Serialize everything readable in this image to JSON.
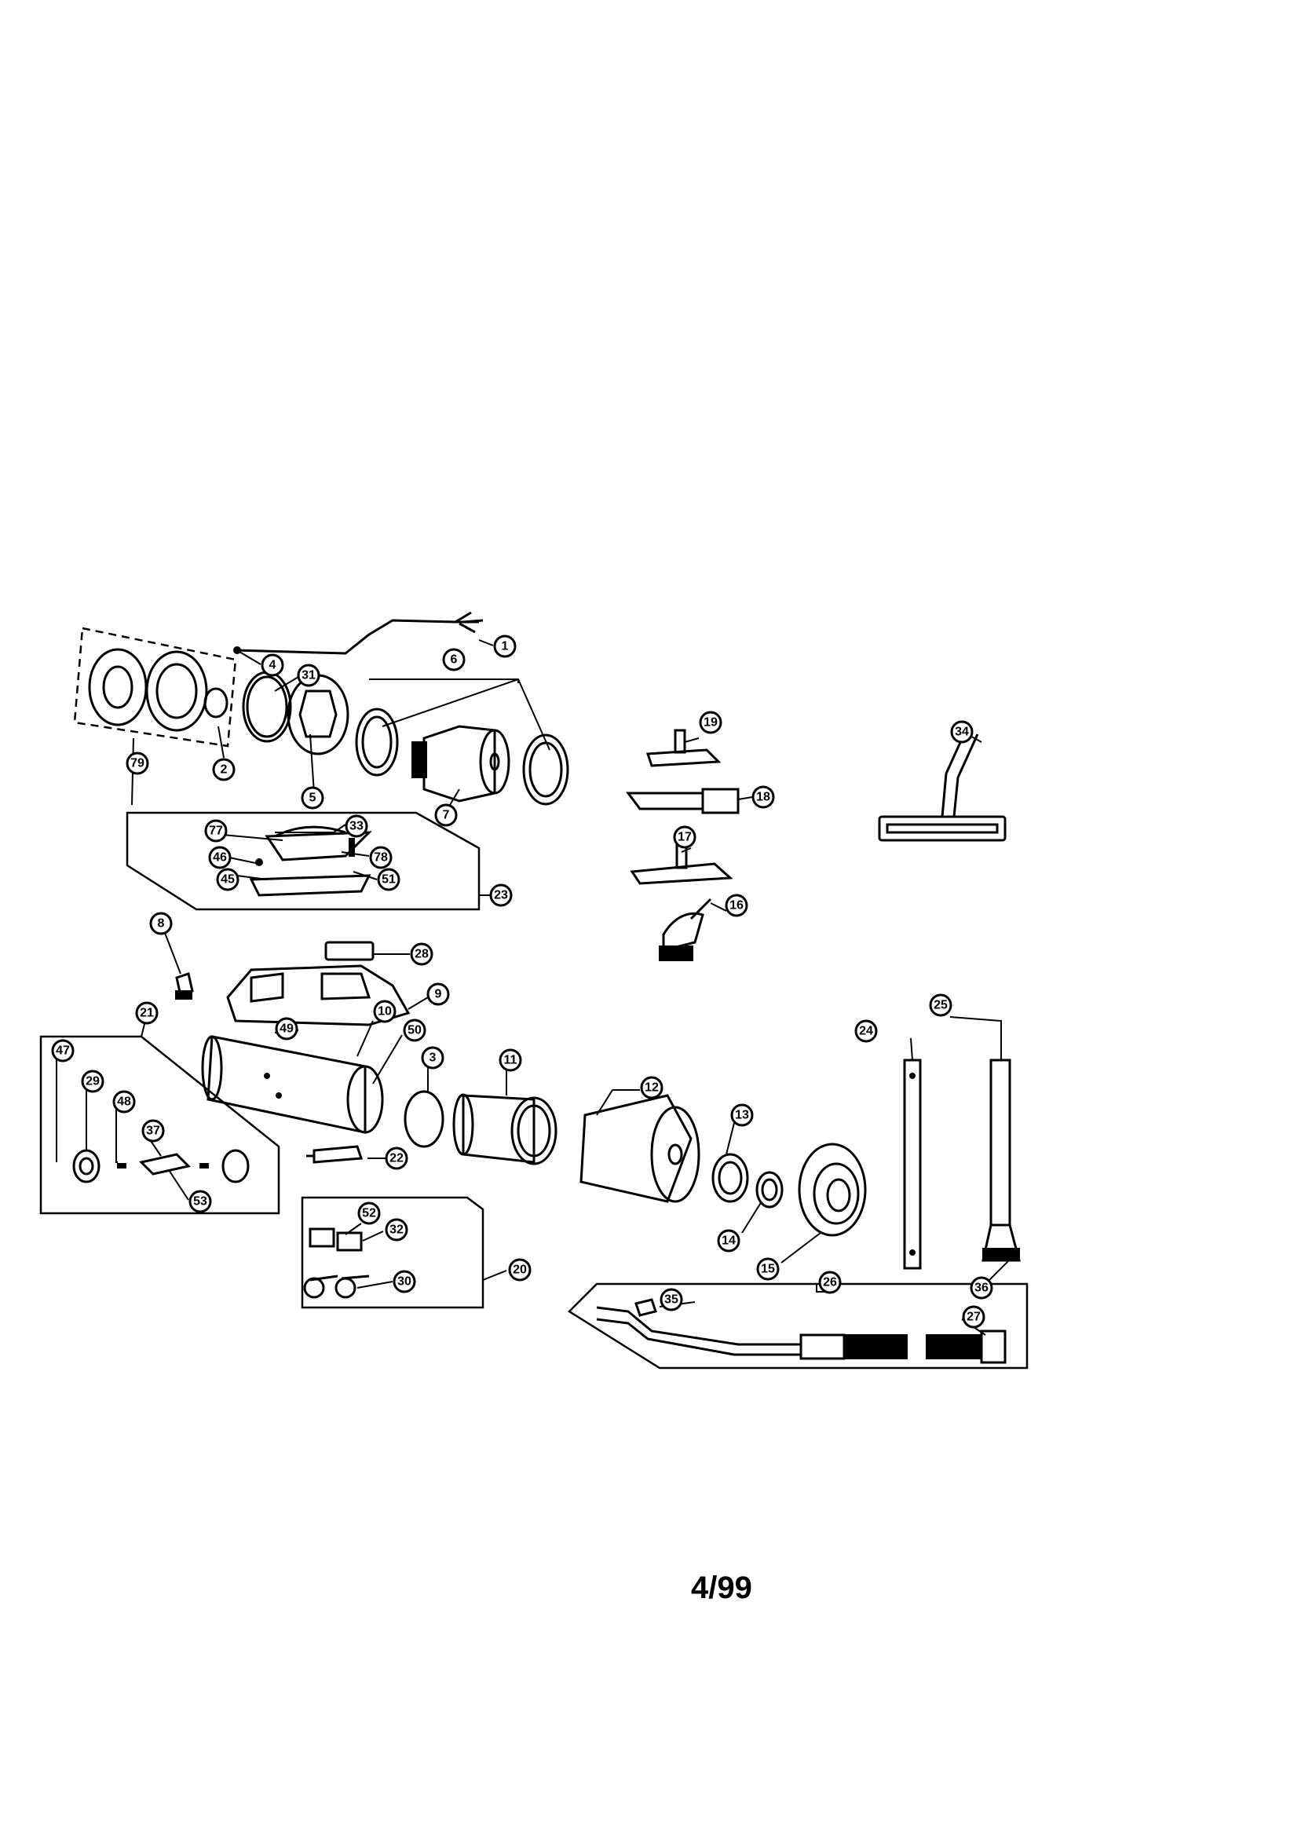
{
  "page_number": "4/99",
  "callouts": {
    "c1": "1",
    "c2": "2",
    "c3": "3",
    "c4": "4",
    "c5": "5",
    "c6": "6",
    "c7": "7",
    "c8": "8",
    "c9": "9",
    "c10": "10",
    "c11": "11",
    "c12": "12",
    "c13": "13",
    "c14": "14",
    "c15": "15",
    "c16": "16",
    "c17": "17",
    "c18": "18",
    "c19": "19",
    "c20": "20",
    "c21": "21",
    "c22": "22",
    "c23": "23",
    "c24": "24",
    "c25": "25",
    "c26": "26",
    "c27": "27",
    "c28": "28",
    "c29": "29",
    "c30": "30",
    "c31": "31",
    "c32": "32",
    "c33": "33",
    "c34": "34",
    "c35": "35",
    "c36": "36",
    "c37": "37",
    "c45": "45",
    "c46": "46",
    "c47": "47",
    "c48": "48",
    "c49": "49",
    "c50": "50",
    "c51": "51",
    "c52": "52",
    "c53": "53",
    "c77": "77",
    "c78": "78",
    "c79": "79"
  }
}
